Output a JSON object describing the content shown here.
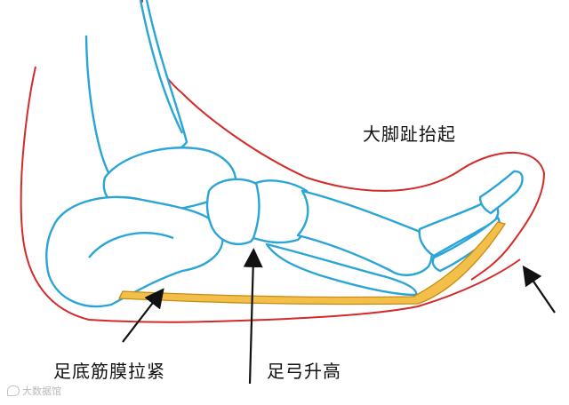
{
  "labels": {
    "toes_raised": "大脚趾抬起",
    "plantar_fascia_tight": "足底筋膜拉紧",
    "arch_raised": "足弓升高"
  },
  "watermark": {
    "text": "大数据馆"
  },
  "colors": {
    "skin_outline": "#d42a2a",
    "bone_outline": "#2aa5d6",
    "fascia_fill": "#f2c04a",
    "fascia_edge": "#c98a12",
    "arrow": "#111111"
  }
}
